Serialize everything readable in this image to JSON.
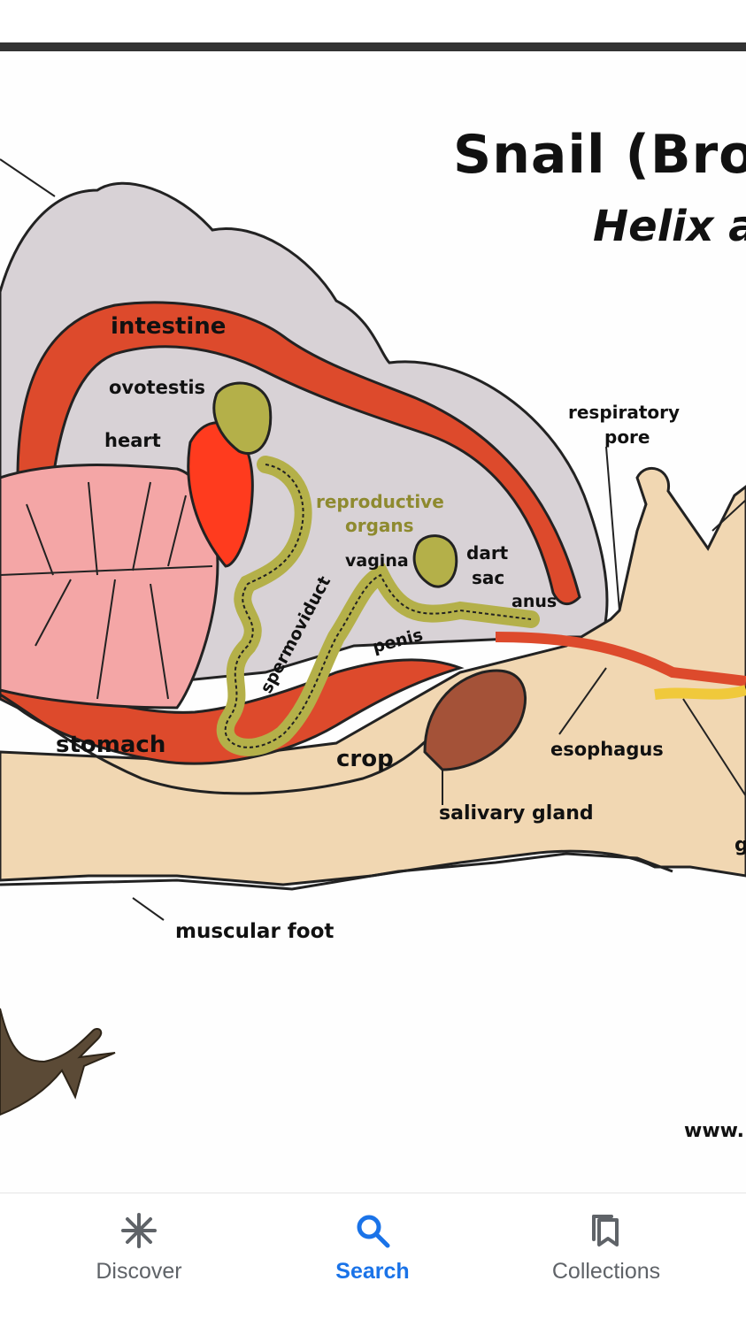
{
  "diagram": {
    "title": "Snail (Brow",
    "subtitle": "Helix a",
    "source_url": "www.",
    "labels": {
      "intestine": "intestine",
      "ovotestis": "ovotestis",
      "heart": "heart",
      "reproductive_1": "reproductive",
      "reproductive_2": "organs",
      "vagina": "vagina",
      "dart_1": "dart",
      "dart_2": "sac",
      "anus": "anus",
      "respiratory_1": "respiratory",
      "respiratory_2": "pore",
      "spermoviduct": "spermoviduct",
      "penis": "penis",
      "stomach": "stomach",
      "crop": "crop",
      "esophagus": "esophagus",
      "salivary_gland": "salivary gland",
      "muscular_foot": "muscular foot",
      "partial_g": "g"
    }
  },
  "navbar": {
    "items": [
      {
        "label": "Discover",
        "icon": "asterisk-icon",
        "active": false
      },
      {
        "label": "Search",
        "icon": "search-icon",
        "active": true
      },
      {
        "label": "Collections",
        "icon": "bookmarks-icon",
        "active": false
      }
    ]
  },
  "colors": {
    "accent": "#1a73e8",
    "inactive": "#5f6368",
    "topbar_line": "#333333"
  }
}
